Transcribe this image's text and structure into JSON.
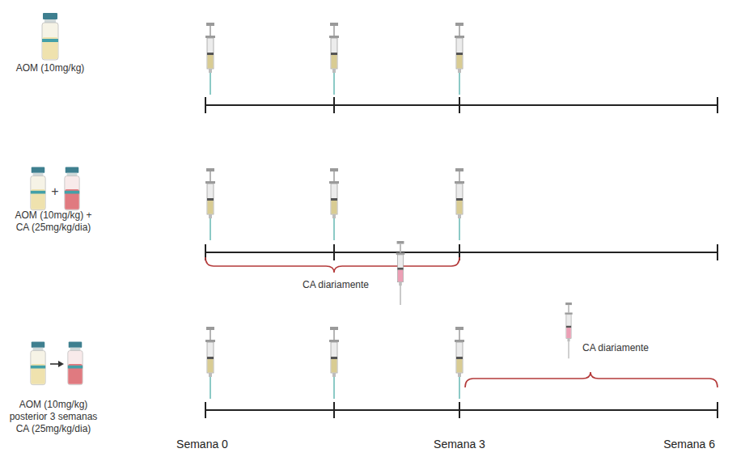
{
  "diagram": {
    "labels": [
      "AOM (10mg/kg)",
      "+",
      "AOM (10mg/kg) + CA (25mg/kg/dia)",
      "CA diariamente",
      "AOM (10mg/kg) posterior 3 semanas CA (25mg/kg/dia)",
      "CA diariamente",
      "Semana 0",
      "Semana 3",
      "Semana 6"
    ]
  }
}
